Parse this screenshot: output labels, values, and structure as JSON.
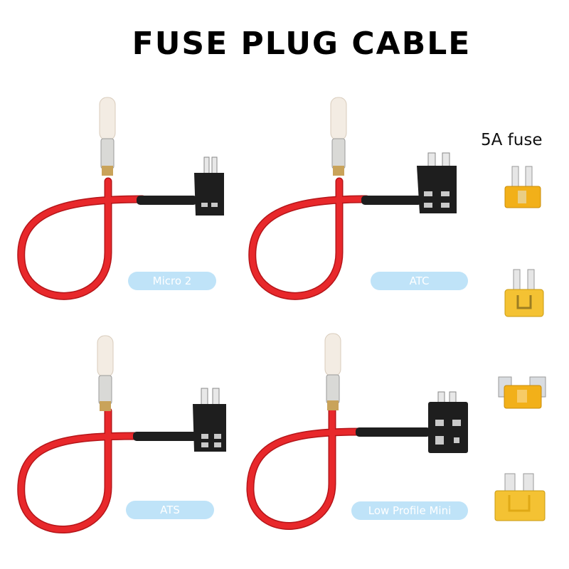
{
  "title": "FUSE PLUG CABLE",
  "fuse_caption": "5A fuse",
  "cables": [
    {
      "label": "Micro 2",
      "holder": "micro2"
    },
    {
      "label": "ATC",
      "holder": "atc"
    },
    {
      "label": "ATS",
      "holder": "ats"
    },
    {
      "label": "Low Profile Mini",
      "holder": "lowprofile"
    }
  ],
  "colors": {
    "wire": "#e8282b",
    "wire_dark": "#b51519",
    "holder": "#1e1e1e",
    "pill": "#bfe3f8",
    "fuse_gold": "#f2b019",
    "fuse_yellow": "#f4c233"
  }
}
